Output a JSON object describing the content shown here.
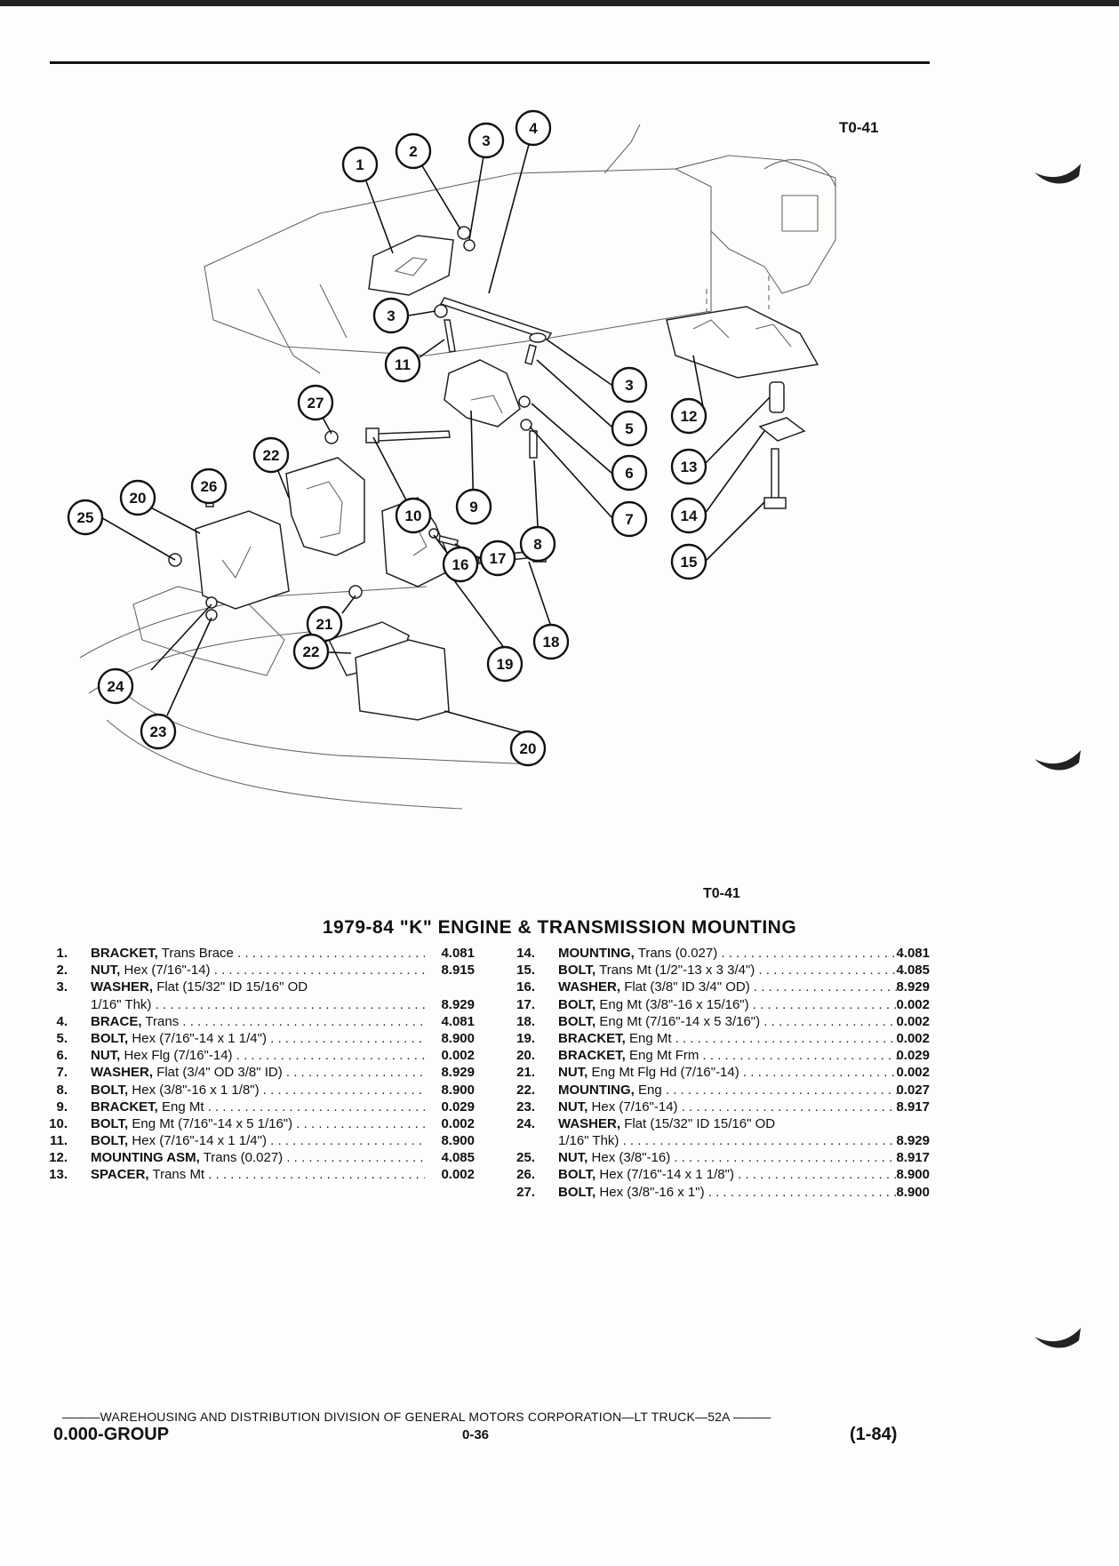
{
  "figure_code_top": "T0-41",
  "figure_code_bottom": "T0-41",
  "section_title": "1979-84 \"K\" ENGINE & TRANSMISSION MOUNTING",
  "callouts": [
    "1",
    "2",
    "3",
    "4",
    "3",
    "11",
    "3",
    "5",
    "6",
    "7",
    "8",
    "9",
    "10",
    "12",
    "13",
    "14",
    "15",
    "16",
    "17",
    "18",
    "19",
    "21",
    "22",
    "27",
    "26",
    "20",
    "25",
    "24",
    "23",
    "22",
    "20"
  ],
  "parts_left": [
    {
      "num": "1.",
      "name": "BRACKET,",
      "spec": "Trans Brace",
      "code": "4.081"
    },
    {
      "num": "2.",
      "name": "NUT,",
      "spec": "Hex (7/16\"-14)",
      "code": "8.915"
    },
    {
      "num": "3.",
      "name": "WASHER,",
      "spec": "Flat (15/32\" ID 15/16\" OD",
      "code": ""
    },
    {
      "num": "",
      "name": "",
      "spec": "1/16\" Thk)",
      "code": "8.929"
    },
    {
      "num": "4.",
      "name": "BRACE,",
      "spec": "Trans",
      "code": "4.081"
    },
    {
      "num": "5.",
      "name": "BOLT,",
      "spec": "Hex (7/16\"-14 x 1 1/4\")",
      "code": "8.900"
    },
    {
      "num": "6.",
      "name": "NUT,",
      "spec": "Hex Flg (7/16\"-14)",
      "code": "0.002"
    },
    {
      "num": "7.",
      "name": "WASHER,",
      "spec": "Flat (3/4\" OD 3/8\" ID)",
      "code": "8.929"
    },
    {
      "num": "8.",
      "name": "BOLT,",
      "spec": "Hex (3/8\"-16 x 1 1/8\")",
      "code": "8.900"
    },
    {
      "num": "9.",
      "name": "BRACKET,",
      "spec": "Eng Mt",
      "code": "0.029"
    },
    {
      "num": "10.",
      "name": "BOLT,",
      "spec": "Eng Mt (7/16\"-14 x 5 1/16\")",
      "code": "0.002"
    },
    {
      "num": "11.",
      "name": "BOLT,",
      "spec": "Hex (7/16\"-14 x 1 1/4\")",
      "code": "8.900"
    },
    {
      "num": "12.",
      "name": "MOUNTING ASM,",
      "spec": "Trans (0.027)",
      "code": "4.085"
    },
    {
      "num": "13.",
      "name": "SPACER,",
      "spec": "Trans Mt",
      "code": "0.002"
    }
  ],
  "parts_right": [
    {
      "num": "14.",
      "name": "MOUNTING,",
      "spec": "Trans (0.027)",
      "code": "4.081"
    },
    {
      "num": "15.",
      "name": "BOLT,",
      "spec": "Trans Mt (1/2\"-13 x 3 3/4\")",
      "code": "4.085"
    },
    {
      "num": "16.",
      "name": "WASHER,",
      "spec": "Flat (3/8\" ID 3/4\" OD)",
      "code": "8.929"
    },
    {
      "num": "17.",
      "name": "BOLT,",
      "spec": "Eng Mt (3/8\"-16 x 15/16\")",
      "code": "0.002"
    },
    {
      "num": "18.",
      "name": "BOLT,",
      "spec": "Eng Mt (7/16\"-14 x 5 3/16\")",
      "code": "0.002"
    },
    {
      "num": "19.",
      "name": "BRACKET,",
      "spec": "Eng Mt",
      "code": "0.002"
    },
    {
      "num": "20.",
      "name": "BRACKET,",
      "spec": "Eng Mt Frm",
      "code": "0.029"
    },
    {
      "num": "21.",
      "name": "NUT,",
      "spec": "Eng Mt Flg Hd (7/16\"-14)",
      "code": "0.002"
    },
    {
      "num": "22.",
      "name": "MOUNTING,",
      "spec": "Eng",
      "code": "0.027"
    },
    {
      "num": "23.",
      "name": "NUT,",
      "spec": "Hex (7/16\"-14)",
      "code": "8.917"
    },
    {
      "num": "24.",
      "name": "WASHER,",
      "spec": "Flat (15/32\" ID 15/16\" OD",
      "code": ""
    },
    {
      "num": "",
      "name": "",
      "spec": "1/16\" Thk)",
      "code": "8.929"
    },
    {
      "num": "25.",
      "name": "NUT,",
      "spec": "Hex (3/8\"-16)",
      "code": "8.917"
    },
    {
      "num": "26.",
      "name": "BOLT,",
      "spec": "Hex (7/16\"-14 x 1 1/8\")",
      "code": "8.900"
    },
    {
      "num": "27.",
      "name": "BOLT,",
      "spec": "Hex (3/8\"-16 x 1\")",
      "code": "8.900"
    }
  ],
  "footer": {
    "division": "WAREHOUSING AND DISTRIBUTION  DIVISION OF GENERAL MOTORS CORPORATION—LT TRUCK—52A",
    "group": "0.000-GROUP",
    "page": "0-36",
    "date": "(1-84)"
  }
}
